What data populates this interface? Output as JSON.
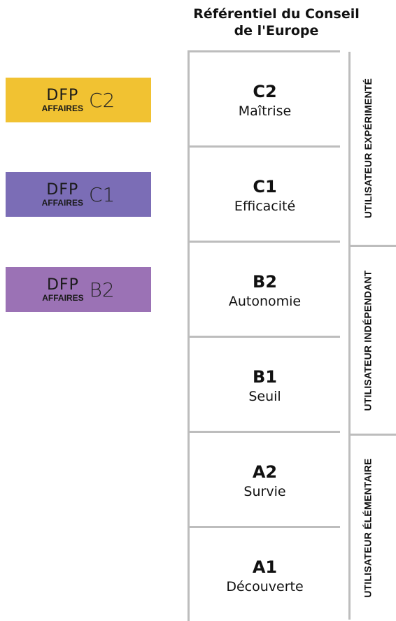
{
  "header": {
    "line1": "Référentiel du Conseil",
    "line2": "de l'Europe"
  },
  "badges": [
    {
      "brand": "DFP",
      "sub": "AFFAIRES",
      "level": "C2",
      "color": "#f1c232"
    },
    {
      "brand": "DFP",
      "sub": "AFFAIRES",
      "level": "C1",
      "color": "#7b6db6"
    },
    {
      "brand": "DFP",
      "sub": "AFFAIRES",
      "level": "B2",
      "color": "#9b72b5"
    }
  ],
  "levels": [
    {
      "code": "C2",
      "name": "Maîtrise"
    },
    {
      "code": "C1",
      "name": "Efficacité"
    },
    {
      "code": "B2",
      "name": "Autonomie"
    },
    {
      "code": "B1",
      "name": "Seuil"
    },
    {
      "code": "A2",
      "name": "Survie"
    },
    {
      "code": "A1",
      "name": "Découverte"
    }
  ],
  "groups": [
    {
      "label": "UTILISATEUR EXPÉRIMENTÉ"
    },
    {
      "label": "UTILISATEUR INDÉPENDANT"
    },
    {
      "label": "UTILISATEUR ÉLÉMENTAIRE"
    }
  ]
}
